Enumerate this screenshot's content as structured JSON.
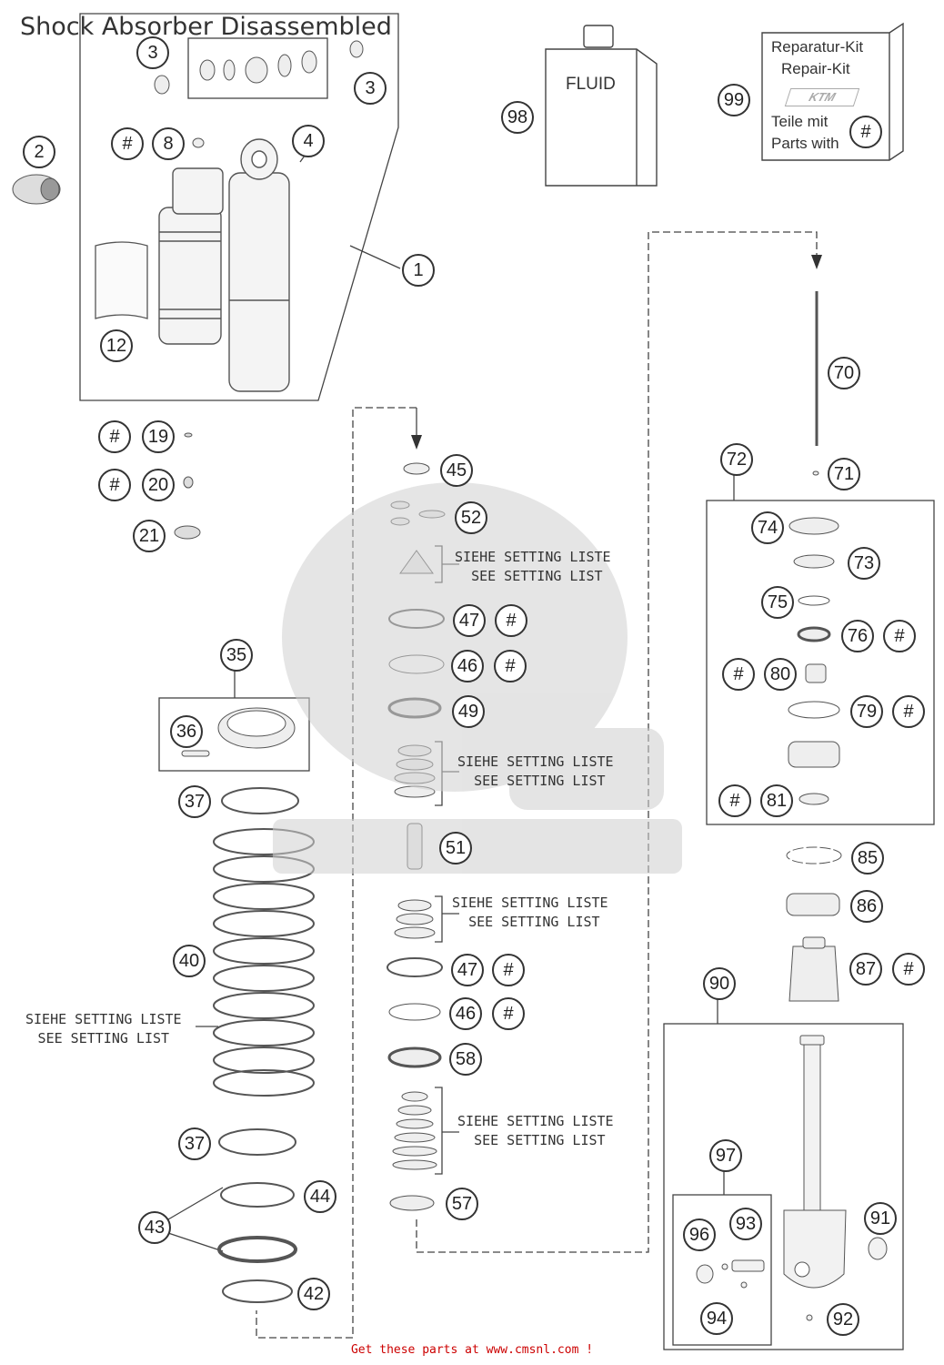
{
  "title": "Shock Absorber Disassembled",
  "footer": "Get these parts at www.cmsnl.com !",
  "fluid_label": "FLUID",
  "kit": {
    "line1": "Reparatur-Kit",
    "line2": "Repair-Kit",
    "line3": "Teile mit",
    "line4": "Parts with",
    "hash": "#"
  },
  "note_de": "SIEHE SETTING LISTE",
  "note_en": "SEE SETTING LIST",
  "callouts": {
    "c1": "1",
    "c2": "2",
    "c3a": "3",
    "c3b": "3",
    "c4": "4",
    "c8": "8",
    "c12": "12",
    "c19": "19",
    "c20": "20",
    "c21": "21",
    "c35": "35",
    "c36": "36",
    "c37a": "37",
    "c37b": "37",
    "c40": "40",
    "c42": "42",
    "c43": "43",
    "c44": "44",
    "c45": "45",
    "c46a": "46",
    "c46b": "46",
    "c47a": "47",
    "c47b": "47",
    "c49": "49",
    "c51": "51",
    "c52": "52",
    "c57": "57",
    "c58": "58",
    "c70": "70",
    "c71": "71",
    "c72": "72",
    "c73": "73",
    "c74": "74",
    "c75": "75",
    "c76": "76",
    "c79": "79",
    "c80": "80",
    "c81": "81",
    "c85": "85",
    "c86": "86",
    "c87": "87",
    "c90": "90",
    "c91": "91",
    "c92": "92",
    "c93": "93",
    "c94": "94",
    "c96": "96",
    "c97": "97",
    "c98": "98",
    "c99": "99",
    "hash": "#"
  },
  "colors": {
    "line": "#333333",
    "part": "#666666",
    "watermark": "#bbbbbb",
    "footer": "#cc0000"
  }
}
